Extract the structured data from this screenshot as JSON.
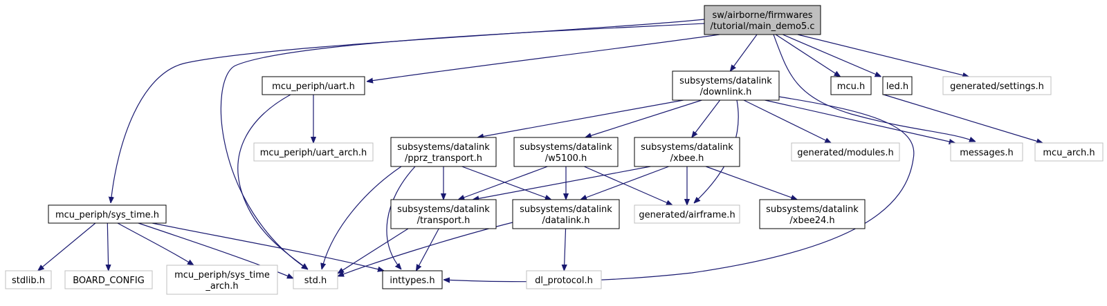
{
  "nodes": {
    "root": [
      "sw/airborne/firmwares",
      "/tutorial/main_demo5.c"
    ],
    "uart": [
      "mcu_periph/uart.h"
    ],
    "downlink": [
      "subsystems/datalink",
      "/downlink.h"
    ],
    "mcu": [
      "mcu.h"
    ],
    "led": [
      "led.h"
    ],
    "settings": [
      "generated/settings.h"
    ],
    "uart_arch": [
      "mcu_periph/uart_arch.h"
    ],
    "pprz": [
      "subsystems/datalink",
      "/pprz_transport.h"
    ],
    "w5100": [
      "subsystems/datalink",
      "/w5100.h"
    ],
    "xbee": [
      "subsystems/datalink",
      "/xbee.h"
    ],
    "modules": [
      "generated/modules.h"
    ],
    "messages": [
      "messages.h"
    ],
    "mcu_arch": [
      "mcu_arch.h"
    ],
    "sys_time": [
      "mcu_periph/sys_time.h"
    ],
    "transport": [
      "subsystems/datalink",
      "/transport.h"
    ],
    "datalink": [
      "subsystems/datalink",
      "/datalink.h"
    ],
    "airframe": [
      "generated/airframe.h"
    ],
    "xbee24": [
      "subsystems/datalink",
      "/xbee24.h"
    ],
    "stdlib": [
      "stdlib.h"
    ],
    "board_config": [
      "BOARD_CONFIG"
    ],
    "sys_time_arch": [
      "mcu_periph/sys_time",
      "_arch.h"
    ],
    "std": [
      "std.h"
    ],
    "inttypes": [
      "inttypes.h"
    ],
    "dl_protocol": [
      "dl_protocol.h"
    ]
  },
  "edges": [
    [
      "root",
      "sys_time"
    ],
    [
      "root",
      "std"
    ],
    [
      "root",
      "uart"
    ],
    [
      "root",
      "downlink"
    ],
    [
      "root",
      "messages"
    ],
    [
      "root",
      "mcu"
    ],
    [
      "root",
      "led"
    ],
    [
      "root",
      "settings"
    ],
    [
      "uart",
      "std"
    ],
    [
      "uart",
      "uart_arch"
    ],
    [
      "downlink",
      "pprz"
    ],
    [
      "downlink",
      "w5100"
    ],
    [
      "downlink",
      "xbee"
    ],
    [
      "downlink",
      "airframe"
    ],
    [
      "downlink",
      "modules"
    ],
    [
      "downlink",
      "messages"
    ],
    [
      "downlink",
      "inttypes"
    ],
    [
      "mcu",
      "mcu_arch"
    ],
    [
      "pprz",
      "transport"
    ],
    [
      "pprz",
      "datalink"
    ],
    [
      "pprz",
      "std"
    ],
    [
      "pprz",
      "inttypes"
    ],
    [
      "w5100",
      "transport"
    ],
    [
      "w5100",
      "datalink"
    ],
    [
      "w5100",
      "airframe"
    ],
    [
      "xbee",
      "transport"
    ],
    [
      "xbee",
      "datalink"
    ],
    [
      "xbee",
      "airframe"
    ],
    [
      "xbee",
      "xbee24"
    ],
    [
      "transport",
      "std"
    ],
    [
      "transport",
      "inttypes"
    ],
    [
      "datalink",
      "std"
    ],
    [
      "datalink",
      "dl_protocol"
    ],
    [
      "sys_time",
      "stdlib"
    ],
    [
      "sys_time",
      "board_config"
    ],
    [
      "sys_time",
      "sys_time_arch"
    ],
    [
      "sys_time",
      "std"
    ],
    [
      "sys_time",
      "inttypes"
    ]
  ]
}
